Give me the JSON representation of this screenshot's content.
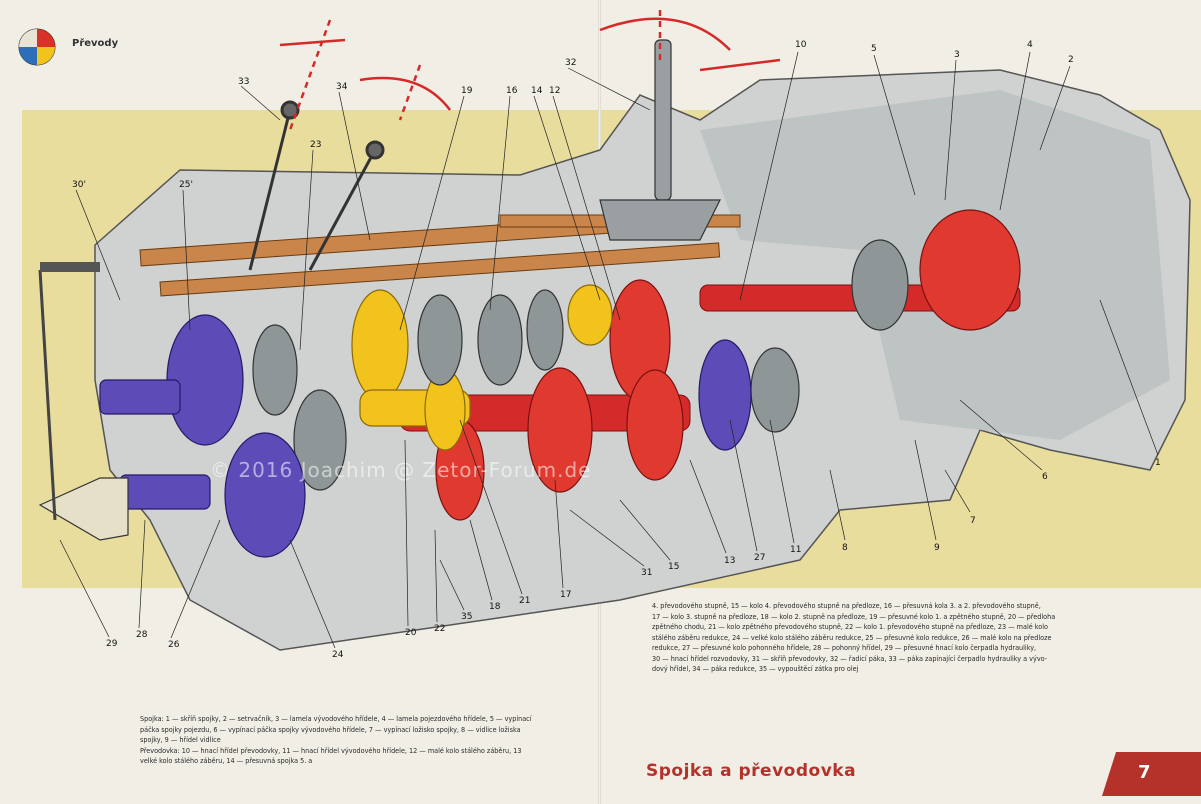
{
  "header": {
    "section_title": "Převody"
  },
  "watermark": "© 2016 Joachim @ Zetor-Forum.de",
  "callouts": [
    {
      "id": "c1",
      "label": "1"
    },
    {
      "id": "c2",
      "label": "2"
    },
    {
      "id": "c3",
      "label": "3"
    },
    {
      "id": "c4",
      "label": "4"
    },
    {
      "id": "c5",
      "label": "5"
    },
    {
      "id": "c6",
      "label": "6"
    },
    {
      "id": "c7",
      "label": "7"
    },
    {
      "id": "c8",
      "label": "8"
    },
    {
      "id": "c9",
      "label": "9"
    },
    {
      "id": "c10",
      "label": "10"
    },
    {
      "id": "c11",
      "label": "11"
    },
    {
      "id": "c12",
      "label": "12"
    },
    {
      "id": "c13",
      "label": "13"
    },
    {
      "id": "c14",
      "label": "14"
    },
    {
      "id": "c15",
      "label": "15"
    },
    {
      "id": "c16",
      "label": "16"
    },
    {
      "id": "c17",
      "label": "17"
    },
    {
      "id": "c18",
      "label": "18"
    },
    {
      "id": "c19",
      "label": "19"
    },
    {
      "id": "c20",
      "label": "20"
    },
    {
      "id": "c21",
      "label": "21"
    },
    {
      "id": "c22",
      "label": "22"
    },
    {
      "id": "c23",
      "label": "23"
    },
    {
      "id": "c24",
      "label": "24"
    },
    {
      "id": "c25",
      "label": "25'"
    },
    {
      "id": "c26",
      "label": "26"
    },
    {
      "id": "c27",
      "label": "27"
    },
    {
      "id": "c28",
      "label": "28"
    },
    {
      "id": "c29",
      "label": "29"
    },
    {
      "id": "c30",
      "label": "30'"
    },
    {
      "id": "c31",
      "label": "31"
    },
    {
      "id": "c32",
      "label": "32"
    },
    {
      "id": "c33",
      "label": "33"
    },
    {
      "id": "c34",
      "label": "34"
    },
    {
      "id": "c35",
      "label": "35"
    }
  ],
  "legend_right": [
    "4. převodového stupně, 15 — kolo 4. převodového stupně na předloze, 16 — přesuvná kola 3. a 2. převodového stupně,",
    "17 — kolo 3. stupně na předloze, 18 — kolo 2. stupně na předloze, 19 — přesuvné kolo 1. a zpětného stupně, 20 — předloha",
    "zpětného chodu, 21 — kolo zpětného převodového stupně, 22 — kolo 1. převodového stupně na předloze, 23 — malé kolo",
    "stálého záběru redukce, 24 — velké kolo stálého záběru redukce, 25 — přesuvné kolo redukce, 26 — malé kolo na předloze",
    "redukce, 27 — přesuvné kolo pohonného hřídele, 28 — pohonný hřídel, 29 — přesuvné hnací kolo čerpadla hydrauliky,",
    "30 — hnací hřídel rozvodovky, 31 — skříň převodovky, 32 — řadicí páka, 33 — páka zapínající čerpadlo hydrauliky a vývo-",
    "dový hřídel, 34 — páka redukce, 35 — vypouštěcí zátka pro olej"
  ],
  "legend_left": [
    "Spojka: 1 — skříň spojky, 2 — setrvačník, 3 — lamela vývodového hřídele, 4 — lamela pojezdového hřídele, 5 — vypínací",
    "páčka spojky pojezdu, 6 — vypínací páčka spojky vývodového hřídele, 7 — vypínací ložisko spojky, 8 — vidlice ložiska",
    "spojky, 9 — hřídel vidlice",
    "Převodovka: 10 — hnací hřídel převodovky, 11 — hnací hřídel vývodového hřídele, 12 — malé kolo stálého záběru, 13",
    "velké kolo stálého záběru, 14 — přesuvná spojka 5. a"
  ],
  "footer": {
    "title": "Spojka a převodovka",
    "page_number": "7"
  },
  "colors": {
    "title_red": "#b4322a",
    "band": "#e9dd9e",
    "gear_red": "#d52a2a",
    "gear_yellow": "#f2c21d",
    "gear_blue": "#5d4bb8"
  }
}
